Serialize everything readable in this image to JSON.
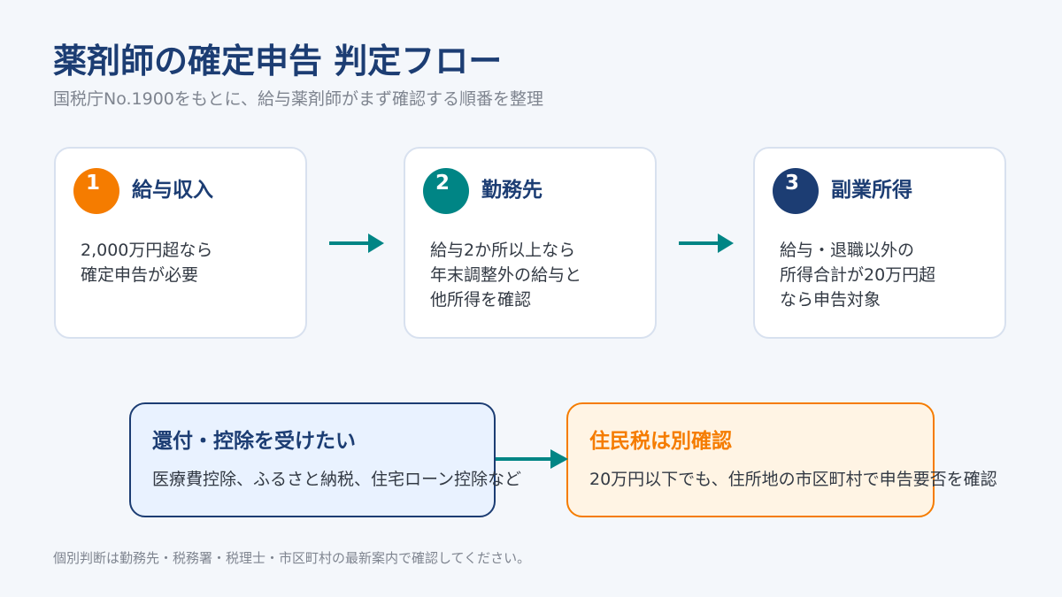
{
  "header": {
    "title": "薬剤師の確定申告 判定フロー",
    "subtitle": "国税庁No.1900をもとに、給与薬剤師がまず確認する順番を整理"
  },
  "steps": [
    {
      "number": "1",
      "title": "給与収入",
      "lines": [
        "2,000万円超なら",
        "確定申告が必要"
      ],
      "color": "#f57c00"
    },
    {
      "number": "2",
      "title": "勤務先",
      "lines": [
        "給与2か所以上なら",
        "年末調整外の給与と",
        "他所得を確認"
      ],
      "color": "#008585"
    },
    {
      "number": "3",
      "title": "副業所得",
      "lines": [
        "給与・退職以外の",
        "所得合計が20万円超",
        "なら申告対象"
      ],
      "color": "#1c3d73"
    }
  ],
  "notes": {
    "refund": {
      "title": "還付・控除を受けたい",
      "body": "医療費控除、ふるさと納税、住宅ローン控除など",
      "color": "#1c3d73"
    },
    "resident": {
      "title": "住民税は別確認",
      "body": "20万円以下でも、住所地の市区町村で申告要否を確認",
      "color": "#f57c00"
    }
  },
  "footnote": "個別判断は勤務先・税務署・税理士・市区町村の最新案内で確認してください。",
  "colors": {
    "arrow": "#008585",
    "background": "#f4f7fb"
  },
  "icons": {
    "arrow": "right-arrow-icon"
  }
}
